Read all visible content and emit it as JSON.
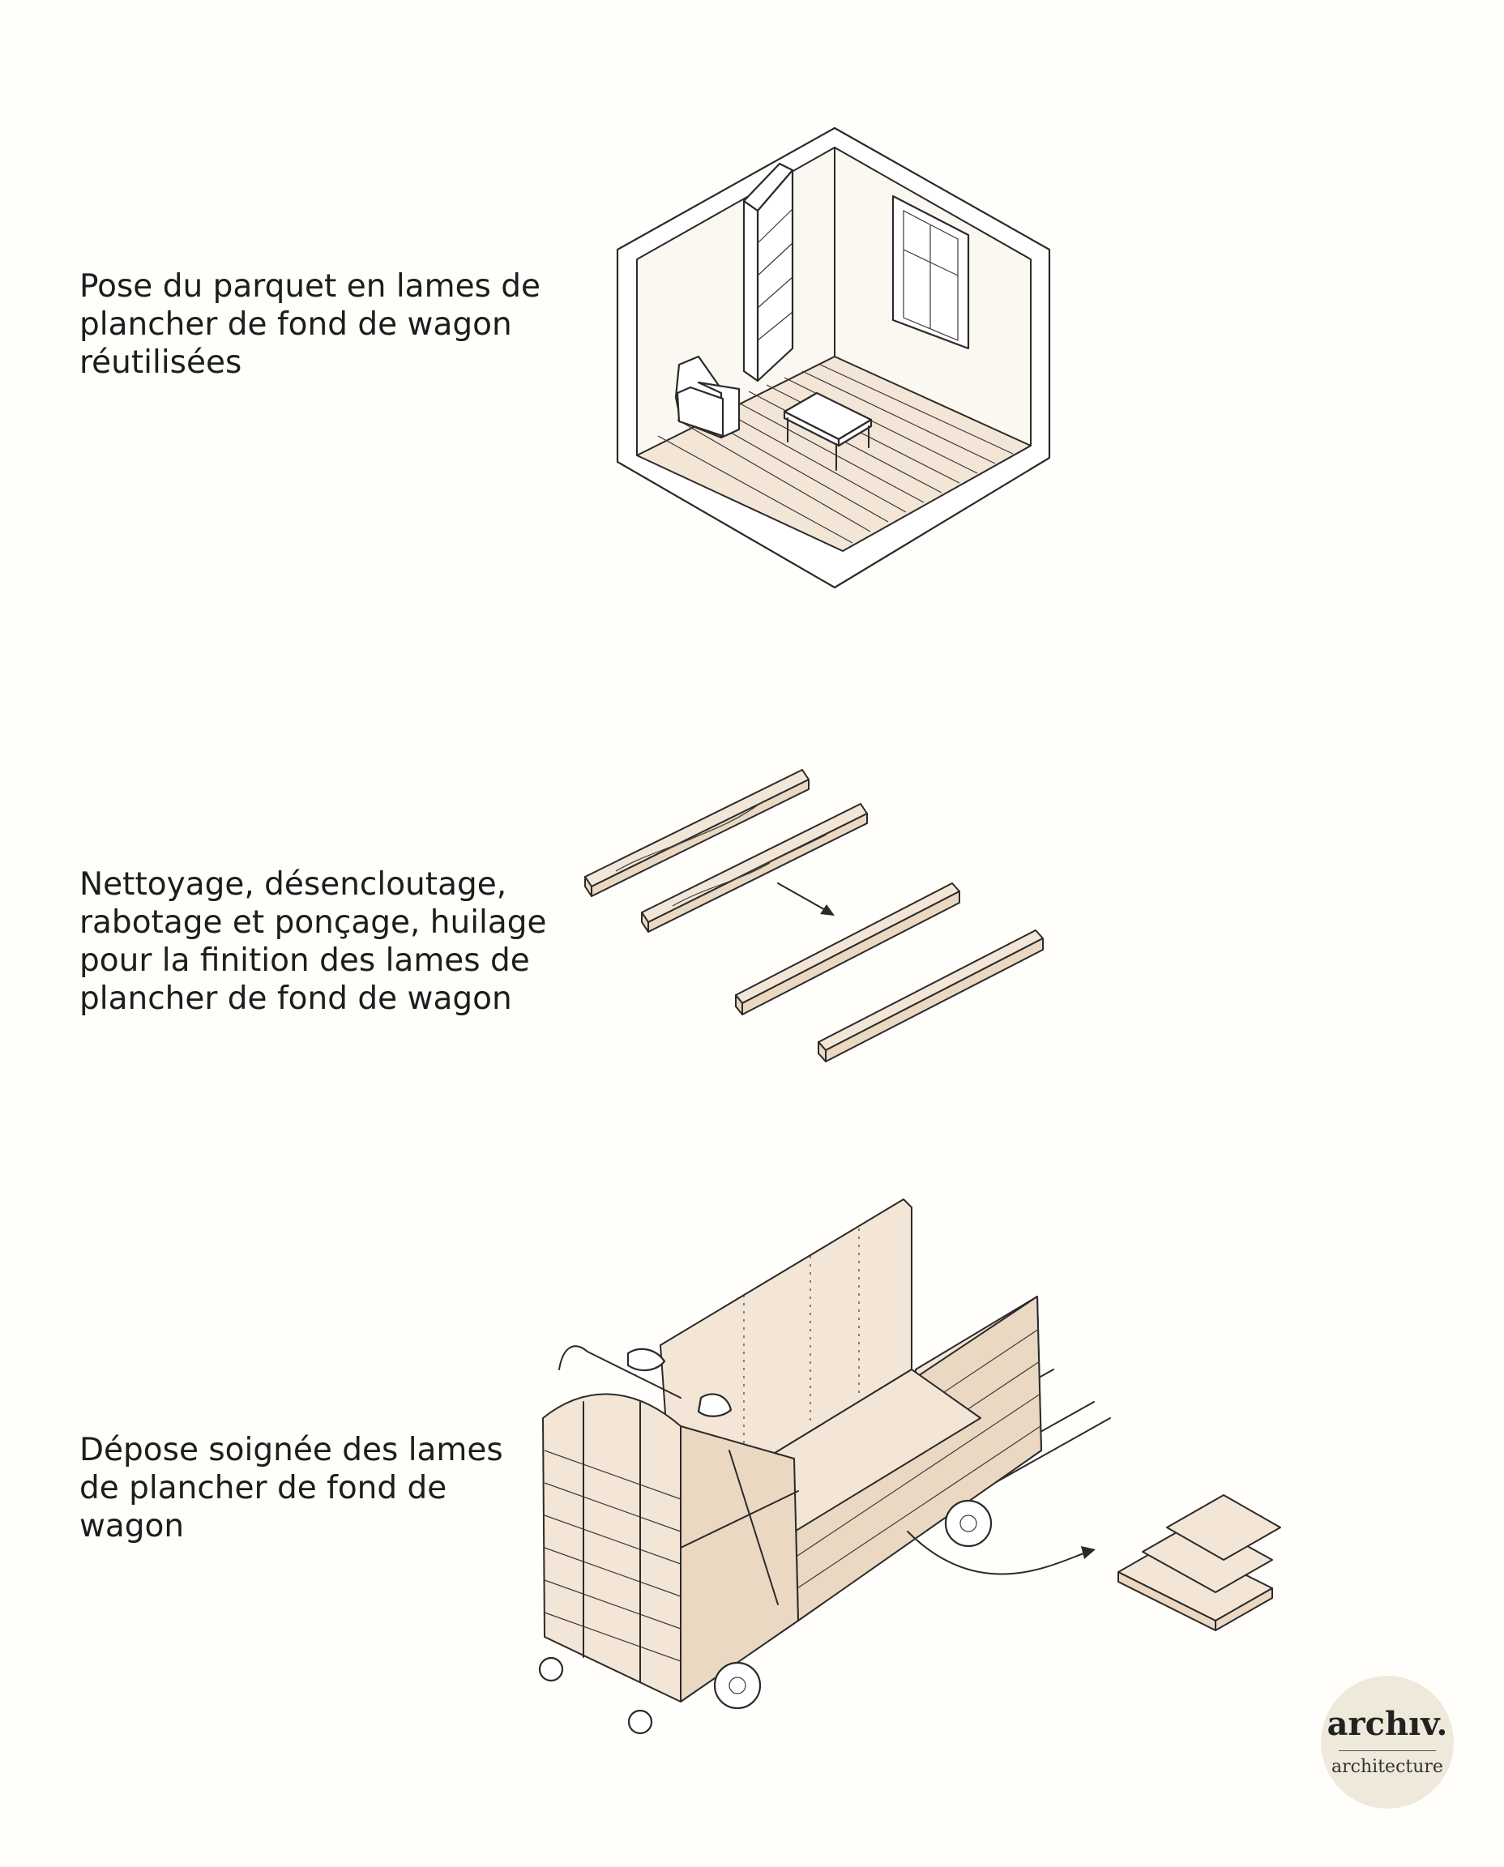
{
  "steps": [
    {
      "lines": [
        "Pose du parquet en lames de",
        "plancher de fond de wagon",
        "réutilisées"
      ]
    },
    {
      "lines": [
        "Nettoyage, désencloutage,",
        "rabotage et ponçage, huilage",
        "pour la finition des lames de",
        "plancher de fond de wagon"
      ]
    },
    {
      "lines": [
        "Dépose soignée des lames",
        "de plancher de fond de",
        "wagon"
      ]
    }
  ],
  "logo": {
    "brand": "archıv.",
    "subtitle": "architecture"
  },
  "icons": [
    "room-illustration",
    "planks-illustration",
    "wagon-illustration",
    "arrow-icon",
    "crowbar-icon"
  ],
  "colors": {
    "wood": "#f3e6d6",
    "wood_dark": "#ead8c2",
    "line": "#2a2a2a",
    "background": "#fffefa",
    "logo_bg": "#efe9dc"
  }
}
